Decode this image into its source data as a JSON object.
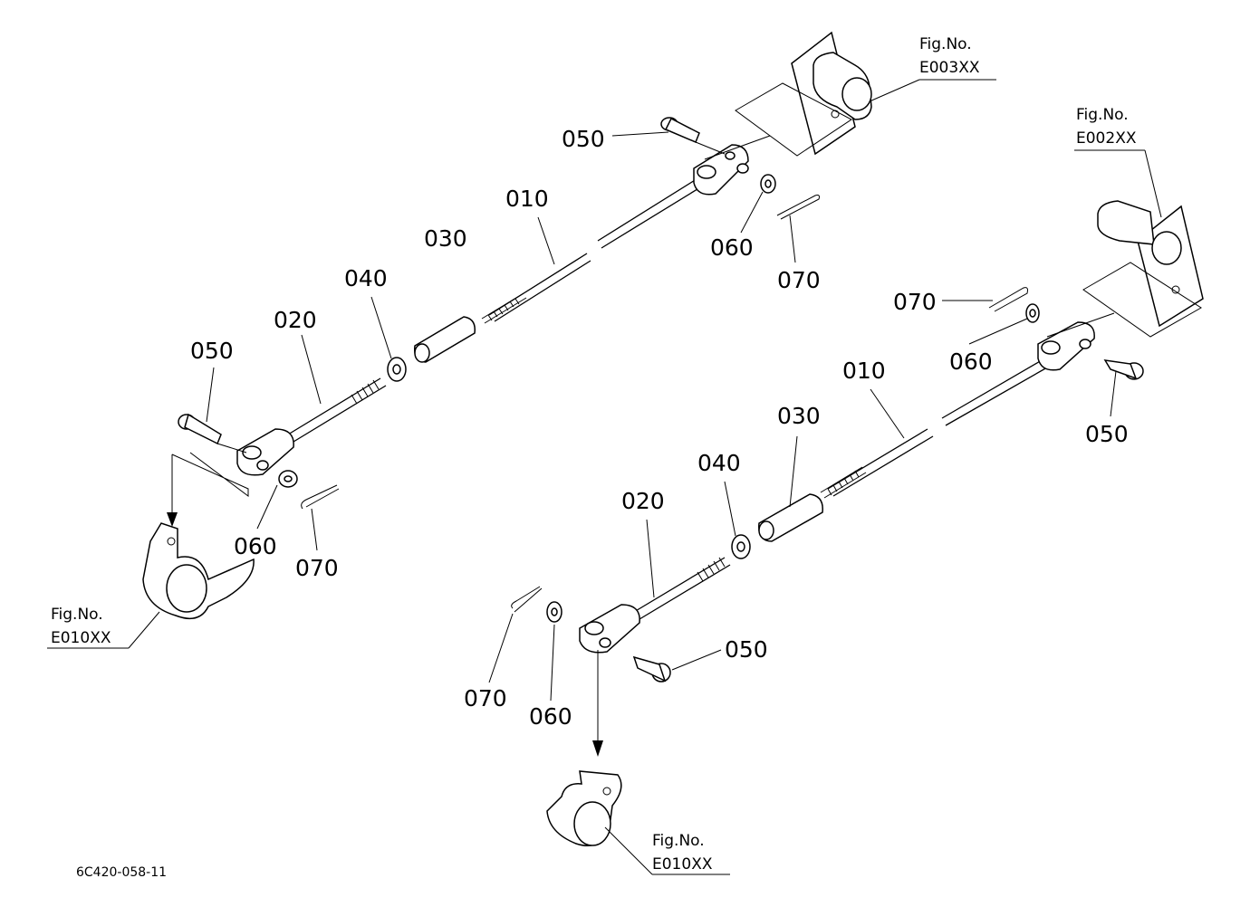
{
  "diagram": {
    "upper_assembly": {
      "part_010": "010",
      "part_020": "020",
      "part_030": "030",
      "part_040": "040",
      "part_050_top": "050",
      "part_050_left": "050",
      "part_060_top": "060",
      "part_060_left": "060",
      "part_070_top": "070",
      "part_070_left": "070",
      "ref_top_fig": "Fig.No.",
      "ref_top_num": "E003XX",
      "ref_bottom_fig": "Fig.No.",
      "ref_bottom_num": "E010XX"
    },
    "lower_assembly": {
      "part_010": "010",
      "part_020": "020",
      "part_030": "030",
      "part_040": "040",
      "part_050_right": "050",
      "part_050_bottom": "050",
      "part_060_right": "060",
      "part_060_bottom": "060",
      "part_070_right": "070",
      "part_070_bottom": "070",
      "ref_top_fig": "Fig.No.",
      "ref_top_num": "E002XX",
      "ref_bottom_fig": "Fig.No.",
      "ref_bottom_num": "E010XX"
    },
    "drawing_code": "6C420-058-11"
  }
}
